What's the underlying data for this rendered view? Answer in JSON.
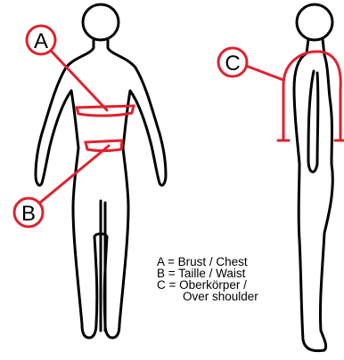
{
  "colors": {
    "outline": "#000000",
    "measure": "#e0222e",
    "background": "#ffffff"
  },
  "markers": {
    "a": "A",
    "b": "B",
    "c": "C"
  },
  "legend": {
    "line_a": "A = Brust / Chest",
    "line_b": "B = Taille / Waist",
    "line_c": "C = Oberkörper /",
    "line_c2": "Over shoulder"
  }
}
